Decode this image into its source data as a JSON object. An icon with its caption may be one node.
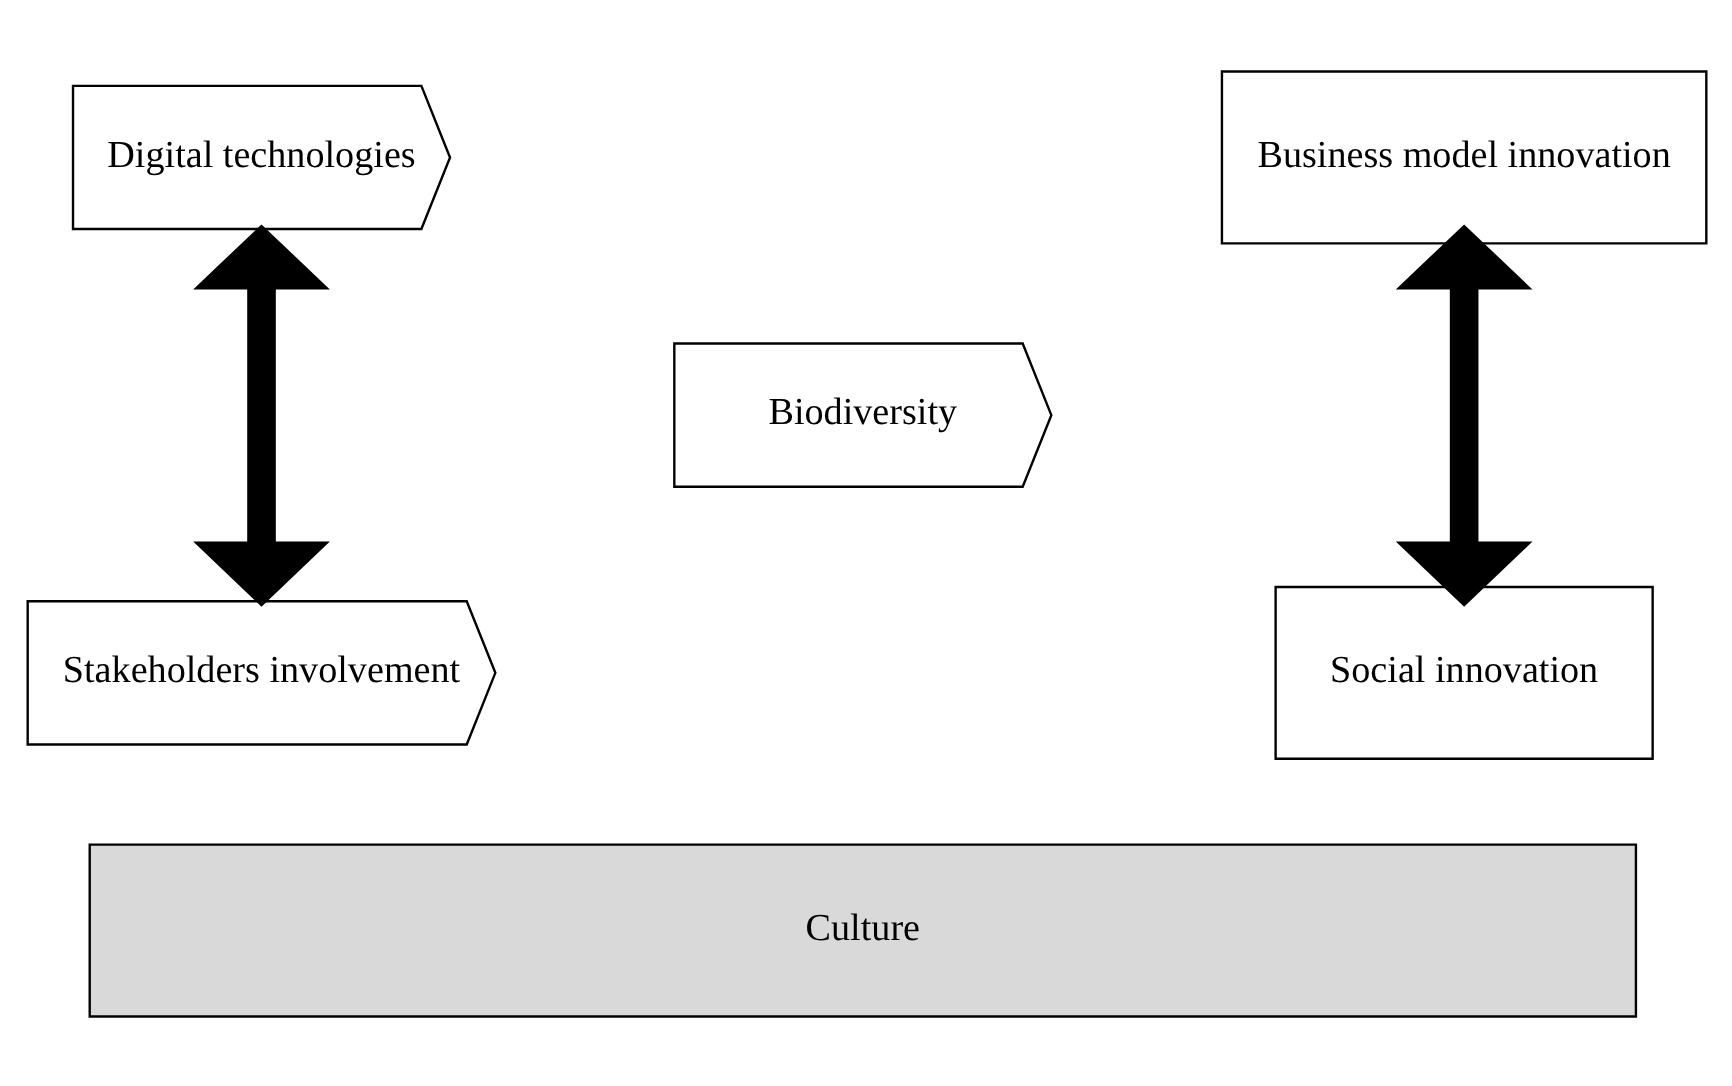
{
  "diagram": {
    "nodes": [
      {
        "text": [
          "Digital technologies"
        ]
      },
      {
        "text": [
          "Business model innovation"
        ]
      },
      {
        "text": [
          "Biodiversity"
        ]
      },
      {
        "text": [
          "Stakeholders involvement"
        ]
      },
      {
        "text": [
          "Social innovation"
        ]
      },
      {
        "text": [
          "Culture"
        ]
      }
    ],
    "edges": [
      {
        "from": 0,
        "to": 3,
        "arrow": "both"
      },
      {
        "from": 1,
        "to": 4,
        "arrow": "both"
      }
    ]
  }
}
